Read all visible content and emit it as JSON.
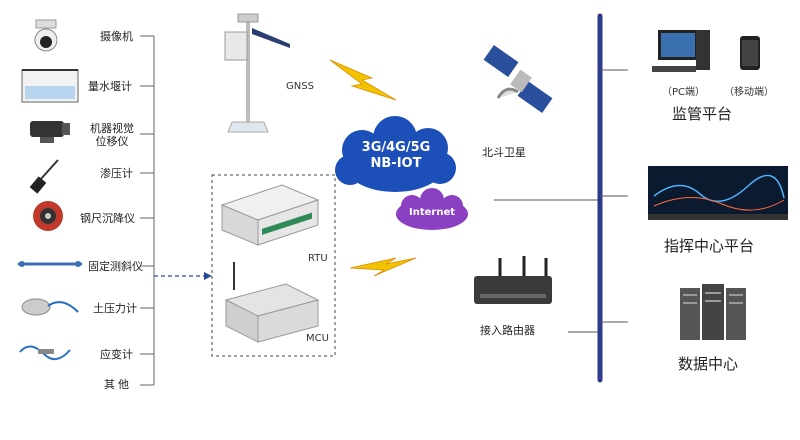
{
  "sensors": [
    {
      "label": "摄像机",
      "icon": "camera-icon"
    },
    {
      "label": "量水堰计",
      "icon": "weir-meter-icon"
    },
    {
      "label": "机器视觉\n位移仪",
      "icon": "vision-displacement-icon"
    },
    {
      "label": "渗压计",
      "icon": "piezometer-icon"
    },
    {
      "label": "钢尺沉降仪",
      "icon": "settlement-gauge-icon"
    },
    {
      "label": "固定测斜仪",
      "icon": "inclinometer-icon"
    },
    {
      "label": "土压力计",
      "icon": "earth-pressure-icon"
    },
    {
      "label": "应变计",
      "icon": "strain-gauge-icon"
    },
    {
      "label": "其他",
      "icon": ""
    }
  ],
  "gnss": {
    "label": "GNSS"
  },
  "rtu": {
    "label": "RTU"
  },
  "mcu": {
    "label": "MCU"
  },
  "network": {
    "line1": "3G/4G/5G",
    "line2": "NB-IOT",
    "internet": "Internet"
  },
  "satellite": {
    "label": "北斗卫星"
  },
  "router": {
    "label": "接入路由器"
  },
  "platforms": {
    "pc": "（PC端）",
    "mobile": "（移动端）",
    "monitor": "监管平台",
    "command": "指挥中心平台",
    "datacenter": "数据中心"
  },
  "colors": {
    "bus": "#2d3a8c",
    "cloud": "#1c4fb8",
    "internet": "#8b3fc2",
    "bolt": "#f2c300",
    "dash": "#2a4a9a"
  }
}
